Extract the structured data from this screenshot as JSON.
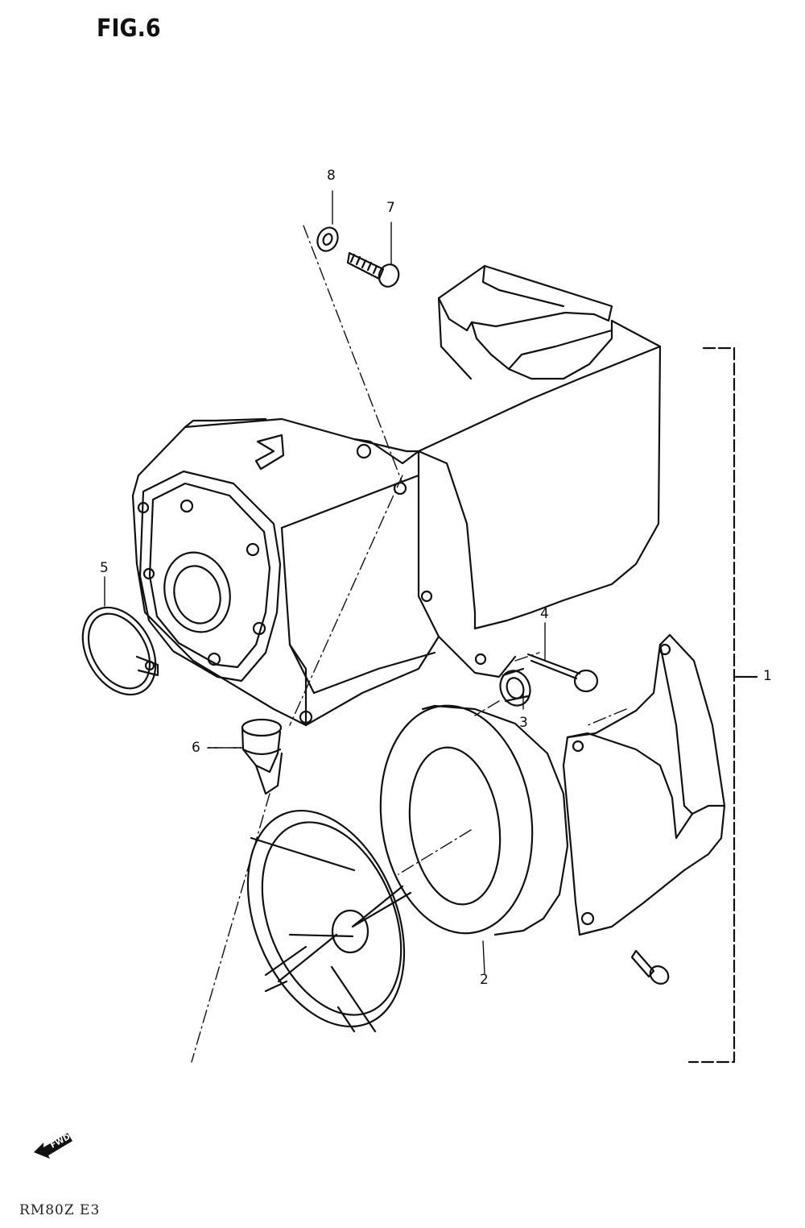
{
  "figure": {
    "title": "FIG.6"
  },
  "callouts": {
    "c1": "1",
    "c2": "2",
    "c3": "3",
    "c4": "4",
    "c5": "5",
    "c6": "6",
    "c7": "7",
    "c8": "8"
  },
  "direction_marker": {
    "label": "FWD"
  },
  "footer": {
    "code": "RM80Z E3"
  }
}
